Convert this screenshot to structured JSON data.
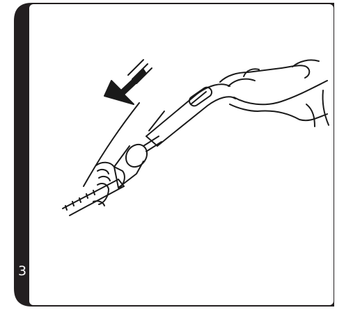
{
  "step": {
    "number": "3"
  },
  "illustration": {
    "subject": "hand-attaching-hose-handle-to-extension-tube",
    "arrow_direction": "down-left"
  },
  "colors": {
    "sidebar": "#231f20",
    "stroke": "#1a1a1a",
    "background": "#ffffff"
  }
}
